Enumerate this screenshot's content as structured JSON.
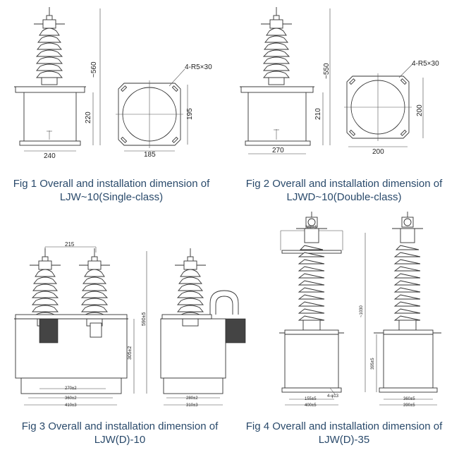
{
  "figures": [
    {
      "caption": "Fig 1 Overall and installation dimension of LJW~10(Single-class)",
      "dims": {
        "height": "~560",
        "mid": "220",
        "base": "240",
        "hole": "4-R5×30",
        "side": "195",
        "bottom": "185"
      }
    },
    {
      "caption": "Fig 2 Overall and installation dimension of LJWD~10(Double-class)",
      "dims": {
        "height": "~550",
        "mid": "210",
        "base": "270",
        "hole": "4-R5×30",
        "side": "200",
        "bottom": "200"
      }
    },
    {
      "caption": "Fig 3 Overall and installation dimension of LJW(D)-10",
      "dims": {
        "spacing": "215",
        "height": "590±5",
        "mid": "305±2",
        "d1": "270±2",
        "d2": "360±2",
        "d3": "410±3",
        "d4": "280±2",
        "d5": "310±3"
      }
    },
    {
      "caption": "Fig 4 Overall and installation dimension of LJW(D)-35",
      "dims": {
        "top": "380±5",
        "height": "~1030",
        "mid": "395±5",
        "d1": "155±5",
        "d2": "400±5",
        "hole": "4-φ13",
        "d3": "360±5",
        "d4": "390±5"
      }
    }
  ]
}
